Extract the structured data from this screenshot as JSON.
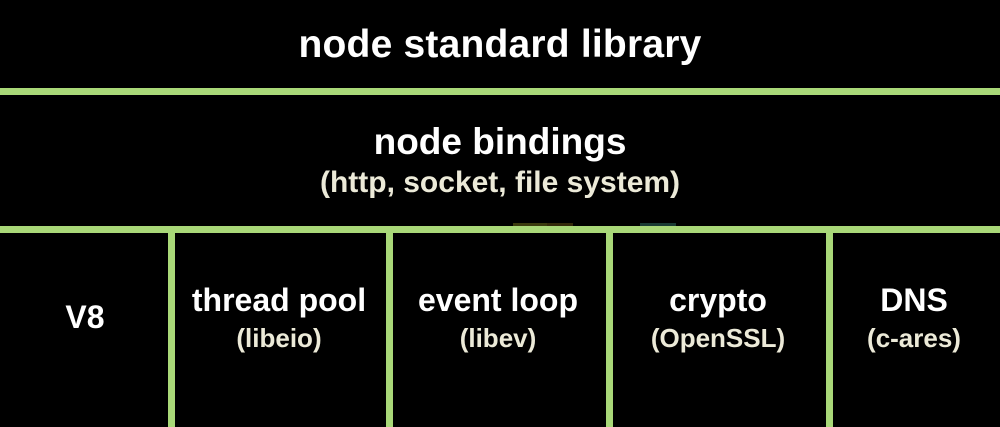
{
  "diagram": {
    "title": "node standard library",
    "accent_color": "#a9d878",
    "background_color": "#000000",
    "primary_text_color": "#ffffff",
    "secondary_text_color": "#ecead8",
    "layers": {
      "standard_library": {
        "label": "node standard library"
      },
      "bindings": {
        "label": "node bindings",
        "sublabel": "(http, socket, file system)"
      },
      "components": [
        {
          "label": "V8",
          "sublabel": ""
        },
        {
          "label": "thread pool",
          "sublabel": "(libeio)"
        },
        {
          "label": "event loop",
          "sublabel": "(libev)"
        },
        {
          "label": "crypto",
          "sublabel": "(OpenSSL)"
        },
        {
          "label": "DNS",
          "sublabel": "(c-ares)"
        }
      ]
    }
  }
}
